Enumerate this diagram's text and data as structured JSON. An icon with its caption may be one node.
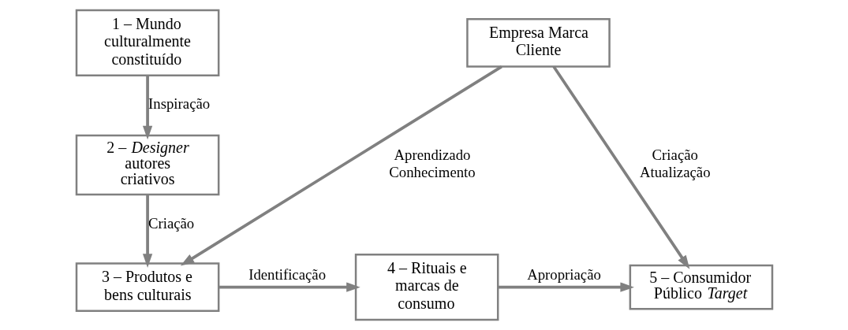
{
  "diagram": {
    "nodes": [
      {
        "text": [
          "1 – Mundo culturalmente constituído"
        ]
      },
      {
        "text": [
          "Empresa Marca Cliente"
        ]
      },
      {
        "text": [
          "2 – *Designer* autores criativos"
        ]
      },
      {
        "text": [
          "3 – Produtos e bens culturais"
        ]
      },
      {
        "text": [
          "4 – Rituais e marcas de consumo"
        ]
      },
      {
        "text": [
          "5 – Consumidor Público *Target*"
        ]
      }
    ],
    "edges": [
      {
        "from": 0,
        "to": 2,
        "arrow": "to",
        "label": "Inspiração"
      },
      {
        "from": 2,
        "to": 3,
        "arrow": "to",
        "label": "Criação"
      },
      {
        "from": 1,
        "to": 3,
        "arrow": "to",
        "label": "Aprendizado Conhecimento"
      },
      {
        "from": 1,
        "to": 5,
        "arrow": "to",
        "label": "Criação Atualização"
      },
      {
        "from": 3,
        "to": 4,
        "arrow": "to",
        "label": "Identificação"
      },
      {
        "from": 4,
        "to": 5,
        "arrow": "to",
        "label": "Apropriação"
      }
    ]
  }
}
